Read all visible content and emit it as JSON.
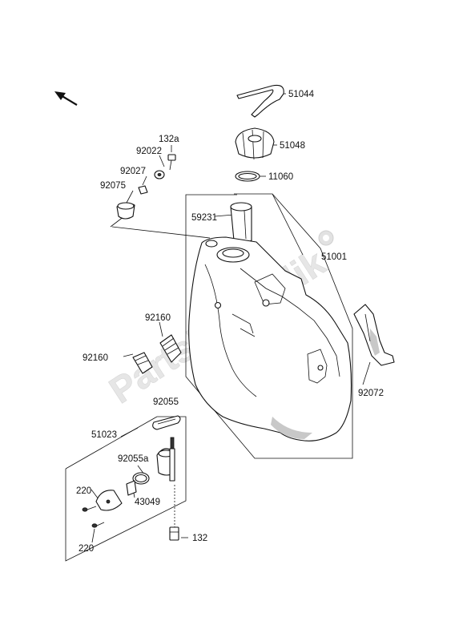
{
  "watermark": "PartsRepublik",
  "labels": {
    "hose": "51044",
    "cap": "51048",
    "gasket_cap": "11060",
    "filler_tube": "59231",
    "tank": "51001",
    "bolt_top": "132a",
    "washer_top": "92022",
    "collar": "92027",
    "damper": "92075",
    "pad_upper": "92160",
    "pad_lower": "92160",
    "strap": "92072",
    "gasket_cock": "92055",
    "fuel_cock": "51023",
    "oring": "92055a",
    "clip": "43049",
    "screw_upper": "220",
    "screw_lower": "220",
    "bolt_bottom": "132"
  }
}
